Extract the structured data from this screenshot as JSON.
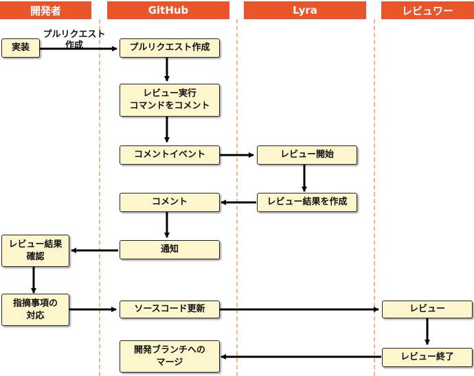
{
  "lanes": [
    "開発者",
    "GitHub",
    "Lyra",
    "レビュワー"
  ],
  "steps": {
    "dev_impl": "実装",
    "pr_create": "プルリクエスト作成",
    "review_cmd_line1": "レビュー実行",
    "review_cmd_line2": "コマンドをコメント",
    "comment_event": "コメントイベント",
    "review_start": "レビュー開始",
    "create_result": "レビュー結果を作成",
    "comment": "コメント",
    "notify": "通知",
    "check_line1": "レビュー結果",
    "check_line2": "確認",
    "fix_line1": "指摘事項の",
    "fix_line2": "対応",
    "source_update": "ソースコード更新",
    "review": "レビュー",
    "review_end": "レビュー終了",
    "merge_line1": "開発ブランチへの",
    "merge_line2": "マージ"
  },
  "labels": {
    "pr_create_line1": "プルリクエスト",
    "pr_create_line2": "作成"
  },
  "colors": {
    "lane_header": "#e8562a",
    "box_fill": "#fdf6cc",
    "lane_divider": "#f2b48a"
  }
}
